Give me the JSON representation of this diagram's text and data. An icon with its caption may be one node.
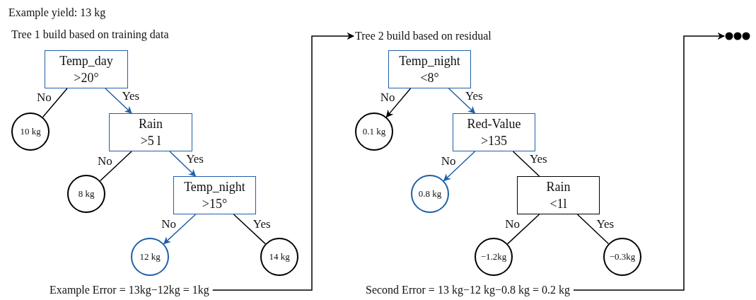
{
  "diagram": {
    "nodes": [
      {
        "text": [
          "Temp_day",
          ">20°"
        ]
      },
      {
        "text": [
          "10 kg"
        ]
      },
      {
        "text": [
          "Rain",
          ">5 l"
        ]
      },
      {
        "text": [
          "8 kg"
        ]
      },
      {
        "text": [
          "Temp_night",
          ">15°"
        ]
      },
      {
        "text": [
          "12 kg"
        ]
      },
      {
        "text": [
          "14 kg"
        ]
      },
      {
        "text": [
          "Example Error = 13kg−12kg = 1kg"
        ]
      },
      {
        "text": [
          "Tree 2 build based on residual"
        ]
      },
      {
        "text": [
          "Temp_night",
          "<8°"
        ]
      },
      {
        "text": [
          "0.1 kg"
        ]
      },
      {
        "text": [
          "Red-Value",
          ">135"
        ]
      },
      {
        "text": [
          "0.8 kg"
        ]
      },
      {
        "text": [
          "Rain",
          "<1l"
        ]
      },
      {
        "text": [
          "−1.2kg"
        ]
      },
      {
        "text": [
          "−0.3kg"
        ]
      },
      {
        "text": [
          "Second Error = 13 kg−12 kg−0.8 kg = 0.2 kg"
        ]
      },
      {
        "text": [],
        "shape": "dots"
      }
    ],
    "edges": [
      {
        "from": 0,
        "to": 1,
        "arrow": "none",
        "label": "No"
      },
      {
        "from": 0,
        "to": 2,
        "arrow": "to",
        "label": "Yes",
        "color": "#1f5fa8"
      },
      {
        "from": 2,
        "to": 3,
        "arrow": "none",
        "label": "No"
      },
      {
        "from": 2,
        "to": 4,
        "arrow": "to",
        "label": "Yes",
        "color": "#1f5fa8"
      },
      {
        "from": 4,
        "to": 5,
        "arrow": "to",
        "label": "No",
        "color": "#1f5fa8"
      },
      {
        "from": 4,
        "to": 6,
        "arrow": "none",
        "label": "Yes"
      },
      {
        "from": 7,
        "to": 8,
        "arrow": "to"
      },
      {
        "from": 9,
        "to": 10,
        "arrow": "to",
        "label": "No"
      },
      {
        "from": 9,
        "to": 11,
        "arrow": "to",
        "label": "Yes",
        "color": "#1f5fa8"
      },
      {
        "from": 11,
        "to": 12,
        "arrow": "to",
        "label": "No",
        "color": "#1f5fa8"
      },
      {
        "from": 11,
        "to": 13,
        "arrow": "none",
        "label": "Yes"
      },
      {
        "from": 13,
        "to": 14,
        "arrow": "none",
        "label": "No"
      },
      {
        "from": 13,
        "to": 15,
        "arrow": "none",
        "label": "Yes"
      },
      {
        "from": 16,
        "to": 17,
        "arrow": "to"
      }
    ],
    "labels": [
      "Example yield: 13 kg",
      "Tree 1 build based on training data"
    ]
  }
}
